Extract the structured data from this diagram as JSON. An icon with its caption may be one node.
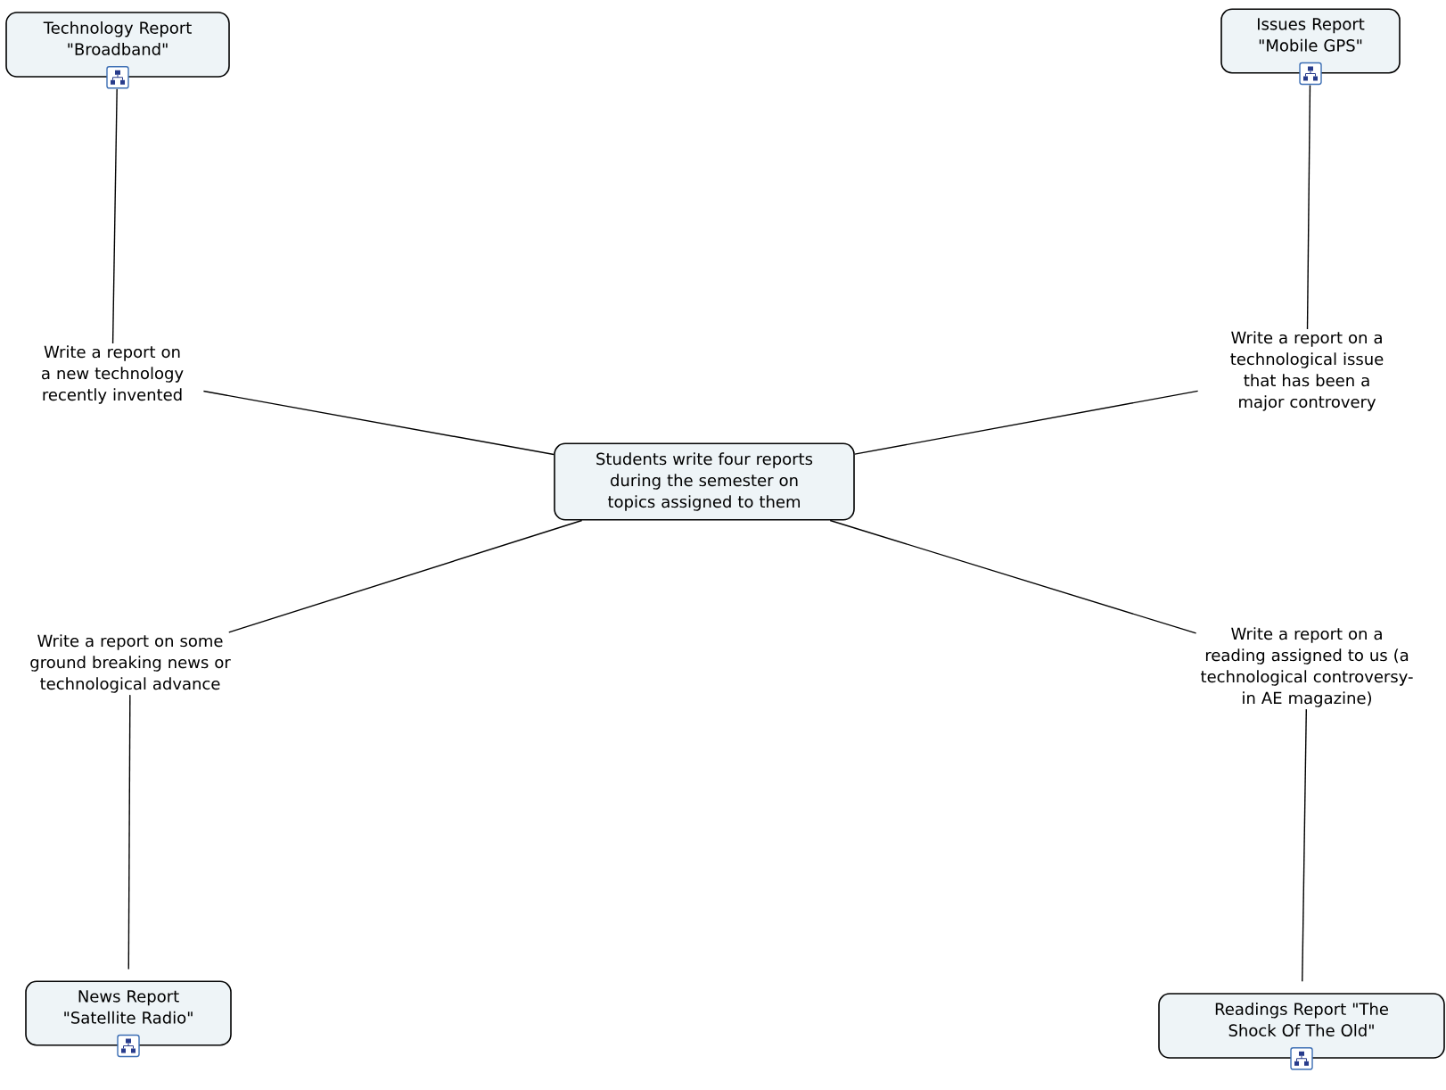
{
  "diagram": {
    "nodes": [
      {
        "text": [
          "Students write four reports during the semester on topics assigned to them"
        ]
      },
      {
        "text": [
          "Write a report on a new technology recently invented"
        ]
      },
      {
        "text": [
          "Technology Report \"Broadband\""
        ]
      },
      {
        "text": [
          "Write a report on a technological issue that has been a major controvery"
        ]
      },
      {
        "text": [
          "Issues Report \"Mobile GPS\""
        ]
      },
      {
        "text": [
          "Write a report on some ground breaking news or technological advance"
        ]
      },
      {
        "text": [
          "News Report \"Satellite Radio\""
        ]
      },
      {
        "text": [
          "Write a report on a reading assigned to us (a technological controversy-in AE magazine)"
        ]
      },
      {
        "text": [
          "Readings Report \"The Shock Of The Old\""
        ]
      }
    ],
    "edges": [
      {
        "from": 0,
        "to": 1,
        "arrow": "none"
      },
      {
        "from": 1,
        "to": 2,
        "arrow": "none"
      },
      {
        "from": 0,
        "to": 3,
        "arrow": "none"
      },
      {
        "from": 3,
        "to": 4,
        "arrow": "none"
      },
      {
        "from": 0,
        "to": 5,
        "arrow": "none"
      },
      {
        "from": 5,
        "to": 6,
        "arrow": "none"
      },
      {
        "from": 0,
        "to": 7,
        "arrow": "none"
      },
      {
        "from": 7,
        "to": 8,
        "arrow": "none"
      }
    ]
  }
}
